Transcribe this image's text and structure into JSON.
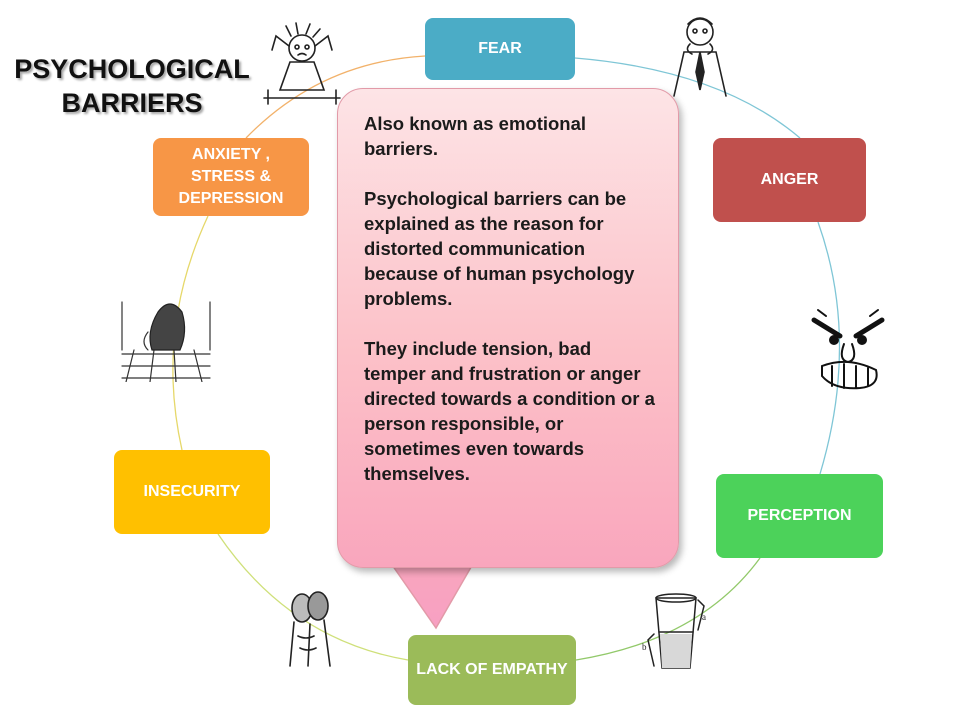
{
  "title": {
    "line1": "PSYCHOLOGICAL",
    "line2": "BARRIERS"
  },
  "nodes": [
    {
      "label": "FEAR",
      "color": "#4bacc6"
    },
    {
      "label": "ANGER",
      "color": "#c0504d"
    },
    {
      "label": "PERCEPTION",
      "color": "#4cd25a"
    },
    {
      "label": "LACK OF EMPATHY",
      "color": "#9bbb59"
    },
    {
      "label": "INSECURITY",
      "color": "#ffc000"
    },
    {
      "label": "ANXIETY , STRESS & DEPRESSION",
      "color": "#f79646"
    }
  ],
  "callout": {
    "paragraphs": [
      " Also known as emotional barriers.",
      "Psychological barriers can be explained as the reason for distorted communication because of human psychology problems.",
      "They include tension, bad temper and frustration or anger directed towards a condition or a person responsible, or sometimes even towards themselves."
    ]
  },
  "icons": [
    "stressed-man-icon",
    "nervous-man-icon",
    "angry-face-icon",
    "glass-half-icon",
    "two-faces-icon",
    "huddled-person-icon"
  ]
}
